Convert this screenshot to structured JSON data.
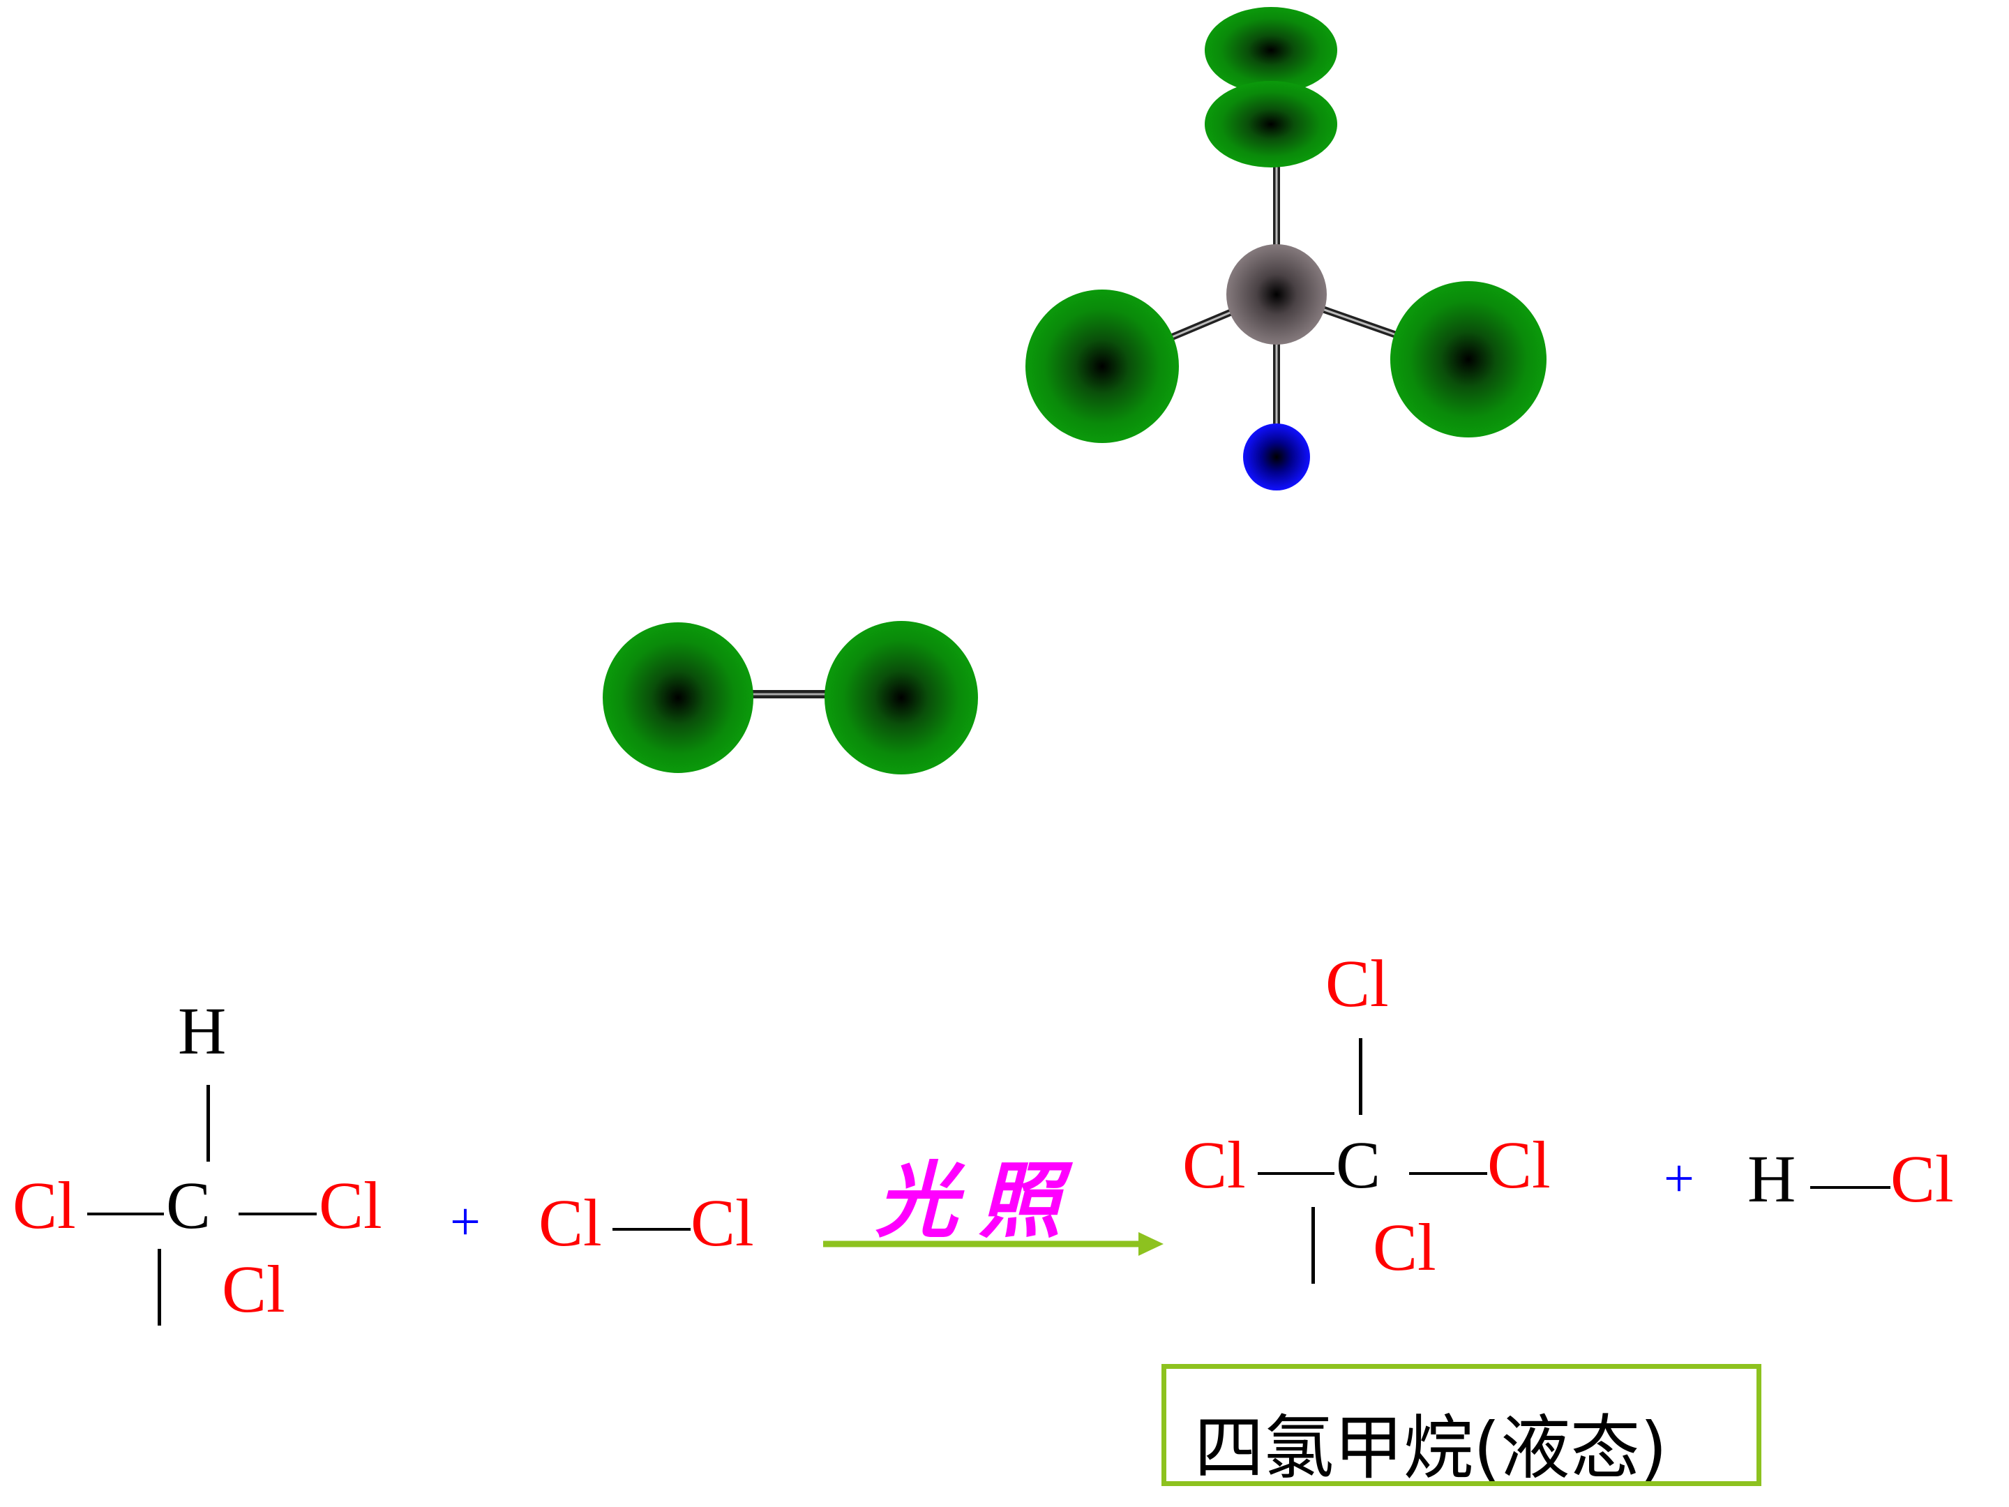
{
  "reaction": {
    "reactant1": {
      "top_h": "H",
      "left_cl": "Cl",
      "center_c": "C",
      "right_cl": "Cl",
      "bottom_cl": "Cl"
    },
    "plus1": "+",
    "reactant2": {
      "left_cl": "Cl",
      "right_cl": "Cl"
    },
    "condition": "光照",
    "product1": {
      "top_cl": "Cl",
      "left_cl": "Cl",
      "center_c": "C",
      "right_cl": "Cl",
      "bottom_cl": "Cl"
    },
    "plus2": "+",
    "product2": {
      "h": "H",
      "cl": "Cl"
    },
    "caption": "四氯甲烷(液态)"
  },
  "colors": {
    "chlorine": "#ff0000",
    "carbon_hydrogen": "#000000",
    "plus": "#0000ff",
    "condition": "#ff00ff",
    "arrow": "#8dc21f",
    "caption_border": "#8dc21f",
    "cl_atom_model": "#008000",
    "c_atom_model": "#7a6f72",
    "h_atom_model": "#0000dd"
  },
  "models": {
    "molecule_model": "chcl3-ball-and-stick",
    "cl2_model": "cl2-ball-and-stick"
  }
}
